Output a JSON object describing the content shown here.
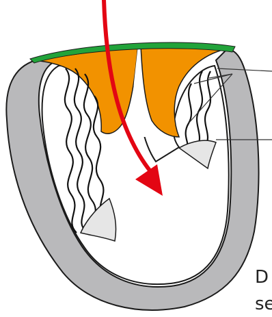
{
  "diagram": {
    "caption_lines": [
      "D",
      "se"
    ],
    "colors": {
      "wall": "#b9b9bb",
      "wall_outline": "#1a1a1a",
      "cavity": "#ffffff",
      "valve_tissue": "#f29200",
      "annulus_band": "#22a33a",
      "flow_arrow": "#e30613",
      "papillary": "#e6e6e6",
      "leader_line": "#333333"
    },
    "icons": {
      "flow": "red-curved-arrow",
      "chordae": "wavy-chordae-strands"
    }
  }
}
